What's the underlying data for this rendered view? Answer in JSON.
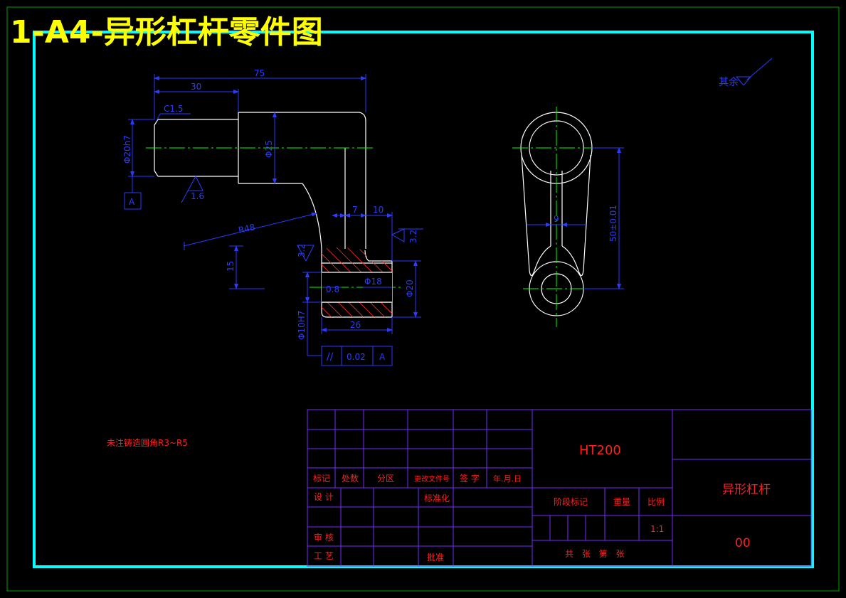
{
  "title": "1-A4-异形杠杆零件图",
  "colors": {
    "background": "#000000",
    "outer_border": "#00a000",
    "inner_border": "#00ffff",
    "outline": "#ffffff",
    "dimension": "#2a3cff",
    "centerline": "#00ff00",
    "hatch": "#ff2a2a",
    "title_block": "#7a2aff",
    "text_red": "#ff2020",
    "title_yellow": "#ffff00"
  },
  "dimensions": {
    "len_75": "75",
    "len_30": "30",
    "chamfer": "C1.5",
    "dia_20h7": "Φ20h7",
    "dia_25": "Φ25",
    "radius_48": "R48",
    "len_7": "7",
    "len_10": "10",
    "len_15": "15",
    "dia_20": "Φ20",
    "dia_10H7": "Φ10H7",
    "len_26": "26",
    "hole_depth_0_8": "0.8",
    "dia_18": "Φ18",
    "width_9": "9",
    "center_50": "50±0.01"
  },
  "roughness": {
    "r1": "1.6",
    "r2": "3.2",
    "r3": "3.2",
    "rest": "其余"
  },
  "datum": "A",
  "tolerance": {
    "symbol": "//",
    "value": "0.02",
    "datum": "A"
  },
  "note": "未注铸造圆角R3~R5",
  "title_block": {
    "material": "HT200",
    "part_name": "异形杠杆",
    "drawing_no": "00",
    "scale": "1:1",
    "headers": [
      "标记",
      "处数",
      "分区",
      "更改文件号",
      "签 字",
      "年.月.日"
    ],
    "rows": [
      "设 计",
      "审 核",
      "工 艺"
    ],
    "standardize": "标准化",
    "approve": "批准",
    "stage_mark": "阶段标记",
    "weight": "重量",
    "scale_label": "比例",
    "sheets": "共  张  第  张"
  }
}
